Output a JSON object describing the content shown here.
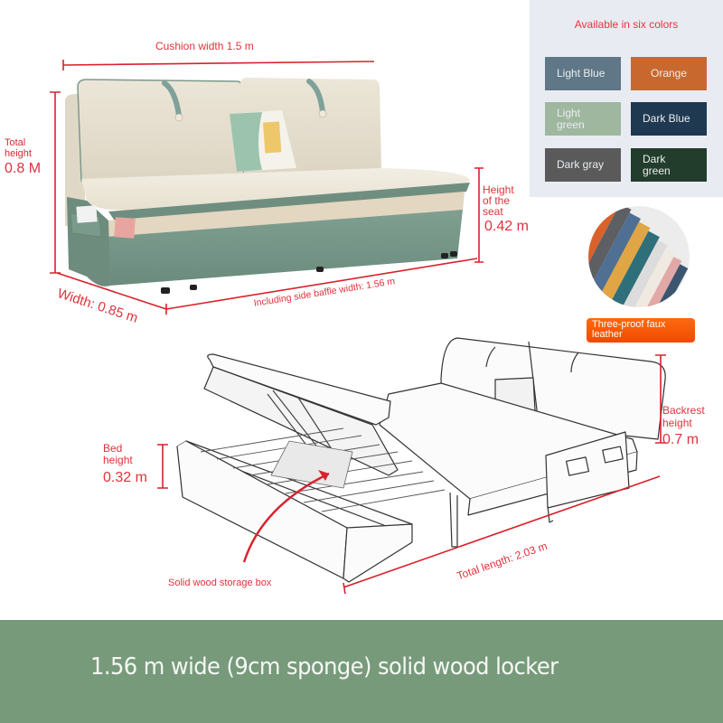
{
  "top_sofa": {
    "cushion_width": "Cushion width 1.5 m",
    "total_height_label": [
      "Total",
      "height"
    ],
    "total_height_value": "0.8 M",
    "seat_height_label": [
      "Height",
      "of the",
      "seat"
    ],
    "seat_height_value": "0.42 m",
    "width_value": "Width: 0.85 m",
    "side_baffle_width": "Including side baffle width: 1.56 m"
  },
  "color_panel": {
    "title": "Available in six colors",
    "swatches": [
      {
        "label": "Light Blue",
        "color": "#5f7787"
      },
      {
        "label": "Orange",
        "color": "#c9682e"
      },
      {
        "label": "Light green",
        "color": "#9fb79f"
      },
      {
        "label": "Dark Blue",
        "color": "#1f3951"
      },
      {
        "label": "Dark gray",
        "color": "#5a5a5a"
      },
      {
        "label": "Dark green",
        "color": "#223d2b"
      }
    ]
  },
  "material": {
    "badge": "Three-proof faux leather",
    "badge_color": "#f25a0a",
    "fabric_colors": [
      "#d9622c",
      "#5d5f63",
      "#4f6f93",
      "#e0a544",
      "#2f6f7a",
      "#dcdcdc",
      "#efe9e2",
      "#e2a8a6",
      "#3b5570"
    ]
  },
  "bed_diagram": {
    "bed_height_label": [
      "Bed",
      "height"
    ],
    "bed_height_value": "0.32 m",
    "storage_callout": "Solid wood storage box",
    "backrest_label": [
      "Backrest",
      "height"
    ],
    "backrest_value": "0.7 m",
    "total_length": "Total length: 2.03 m"
  },
  "banner": {
    "text": "1.56 m wide (9cm sponge) solid wood locker",
    "background": "#779a7b"
  }
}
